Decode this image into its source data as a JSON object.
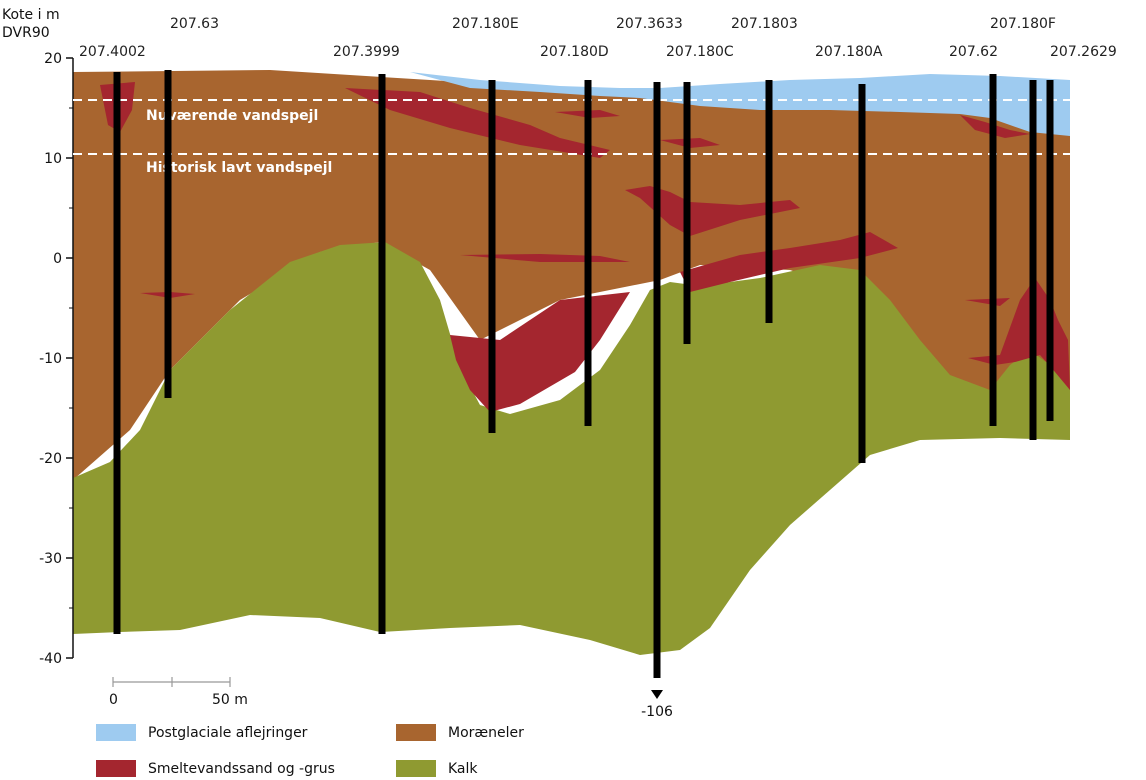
{
  "axis": {
    "unit_label_line1": "Kote i  m",
    "unit_label_line2": "DVR90",
    "ticks": [
      "20",
      "10",
      "0",
      "-10",
      "-20",
      "-30",
      "-40"
    ]
  },
  "scale_bar": {
    "start_label": "0",
    "end_label": "50 m"
  },
  "boreholes": [
    "207.4002",
    "207.63",
    "207.3999",
    "207.180E",
    "207.180D",
    "207.3633",
    "207.180C",
    "207.1803",
    "207.180A",
    "207.62",
    "207.180F",
    "207.2629"
  ],
  "water_levels": {
    "current": "Nuværende vandspejl",
    "historic": "Historisk lavt vandspejl"
  },
  "deep_borehole_label": "-106",
  "legend": [
    {
      "label": "Postglaciale aflejringer",
      "color": "#9ecbf0"
    },
    {
      "label": "Moræneler",
      "color": "#a8652f"
    },
    {
      "label": "Smeltevandssand og -grus",
      "color": "#a4262f"
    },
    {
      "label": "Kalk",
      "color": "#8f9a31"
    }
  ],
  "colors": {
    "postglacial": "#9ecbf0",
    "moraine": "#a8652f",
    "meltwater": "#a4262f",
    "chalk": "#8f9a31",
    "borehole": "#000000"
  }
}
